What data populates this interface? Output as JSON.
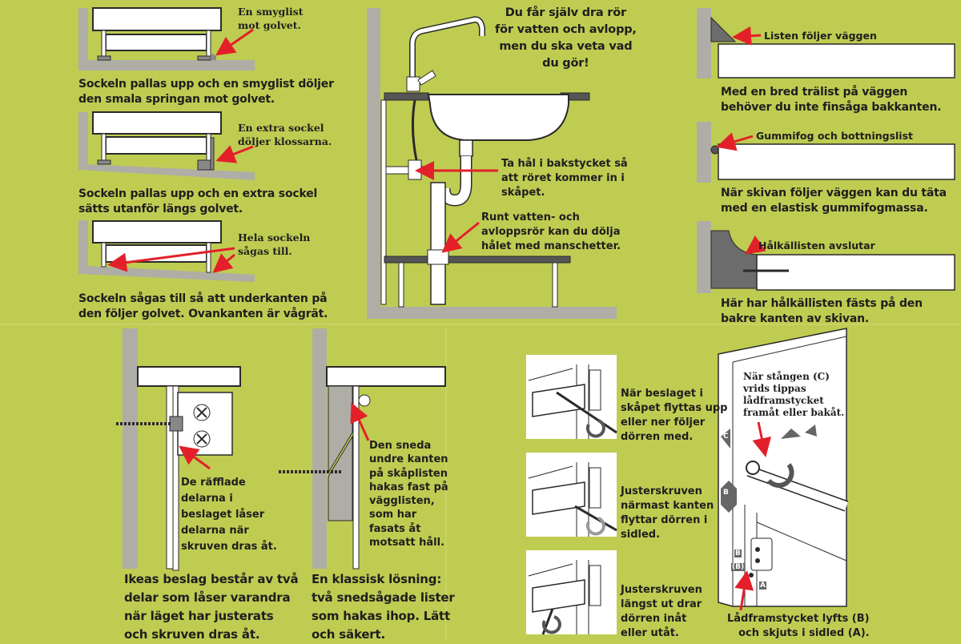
{
  "colors": {
    "background": "#bfcc52",
    "wall": "#aeaea6",
    "board": "#ffffff",
    "outline": "#2a2a2a",
    "arrow": "#e3202a"
  },
  "plinth": {
    "panel1": {
      "label": [
        "En smyglist",
        "mot golvet."
      ],
      "caption": [
        "Sockeln pallas upp och en smyglist döljer",
        "den smala springan mot golvet."
      ]
    },
    "panel2": {
      "label": [
        "En extra sockel",
        "döljer klossarna."
      ],
      "caption": [
        "Sockeln pallas upp och en extra sockel",
        "sätts utanför längs golvet."
      ]
    },
    "panel3": {
      "label": [
        "Hela sockeln",
        "sågas till."
      ],
      "caption": [
        "Sockeln sågas till så att underkanten på",
        "den följer golvet. Ovankanten är vågrät."
      ]
    }
  },
  "sink": {
    "intro": [
      "Du får själv dra rör",
      "för vatten och avlopp,",
      "men du ska veta vad",
      "du gör!"
    ],
    "hole": [
      "Ta hål i bakstycket så",
      "att röret kommer in i",
      "skåpet."
    ],
    "sleeves": [
      "Runt vatten- och",
      "avloppsrör kan du dölja",
      "hålet med manschetter."
    ]
  },
  "worktop": {
    "panel1": {
      "label": "Listen följer väggen",
      "caption": [
        "Med en bred trälist på väggen",
        "behöver du inte finsåga bakkanten."
      ]
    },
    "panel2": {
      "label": "Gummifog och bottningslist",
      "caption": [
        "När skivan följer väggen kan du täta",
        "med en elastisk gummifogmassa."
      ]
    },
    "panel3": {
      "label": "Hålkällisten avslutar",
      "caption": [
        "Här har hålkällisten fästs på den",
        "bakre kanten av skivan."
      ]
    }
  },
  "wallmount": {
    "ikea": {
      "label": [
        "De räfflade",
        "delarna i",
        "beslaget låser",
        "delarna när",
        "skruven dras åt."
      ],
      "caption": [
        "Ikeas beslag består av två",
        "delar som låser varandra",
        "när läget har justerats",
        "och skruven dras åt."
      ]
    },
    "cleat": {
      "label": [
        "Den sneda",
        "undre kanten",
        "på skåplisten",
        "hakas fast på",
        "vägglisten,",
        "som har",
        "fasats åt",
        "motsatt håll."
      ],
      "caption": [
        "En klassisk lösning:",
        "två snedsågade lister",
        "som hakas ihop. Lätt",
        "och säkert."
      ]
    }
  },
  "hinges": {
    "h1": [
      "När beslaget i",
      "skåpet flyttas upp",
      "eller ner följer",
      "dörren med."
    ],
    "h2": [
      "Justerskruven",
      "närmast kanten",
      "flyttar dörren i",
      "sidled."
    ],
    "h3": [
      "Justerskruven",
      "längst ut drar",
      "dörren inåt",
      "eller utåt."
    ]
  },
  "drawer": {
    "rod": [
      "När stången (C)",
      "vrids tippas",
      "lådframstycket",
      "framåt eller bakåt."
    ],
    "caption": [
      "Lådframstycket lyfts (B)",
      "och skjuts i sidled (A)."
    ],
    "markers": {
      "c": "C",
      "b": "B",
      "b2": "(B)",
      "a": "A"
    }
  }
}
